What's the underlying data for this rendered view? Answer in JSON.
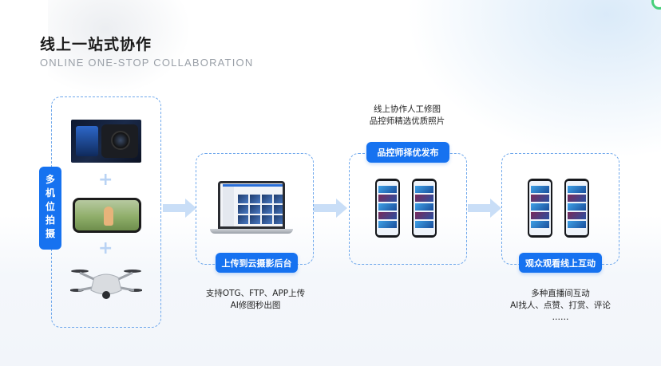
{
  "header": {
    "title": "线上一站式协作",
    "subtitle": "ONLINE ONE-STOP COLLABORATION"
  },
  "stage1": {
    "label": "多机位拍摄",
    "label_chars": [
      "多",
      "机",
      "位",
      "拍",
      "摄"
    ],
    "plus": "+"
  },
  "stage2": {
    "badge": "上传到云摄影后台",
    "caption_line1": "支持OTG、FTP、APP上传",
    "caption_line2": "AI修图秒出图"
  },
  "stage3": {
    "caption_line1": "线上协作人工修图",
    "caption_line2": "品控师精选优质照片",
    "badge": "品控师择优发布"
  },
  "stage4": {
    "badge": "观众观看线上互动",
    "caption_line1": "多种直播间互动",
    "caption_line2": "AI找人、点赞、打赏、评论",
    "caption_line3": "……"
  },
  "colors": {
    "accent": "#1672f0",
    "dashed_border": "#6fa8ec",
    "arrow": "#c9def7"
  }
}
